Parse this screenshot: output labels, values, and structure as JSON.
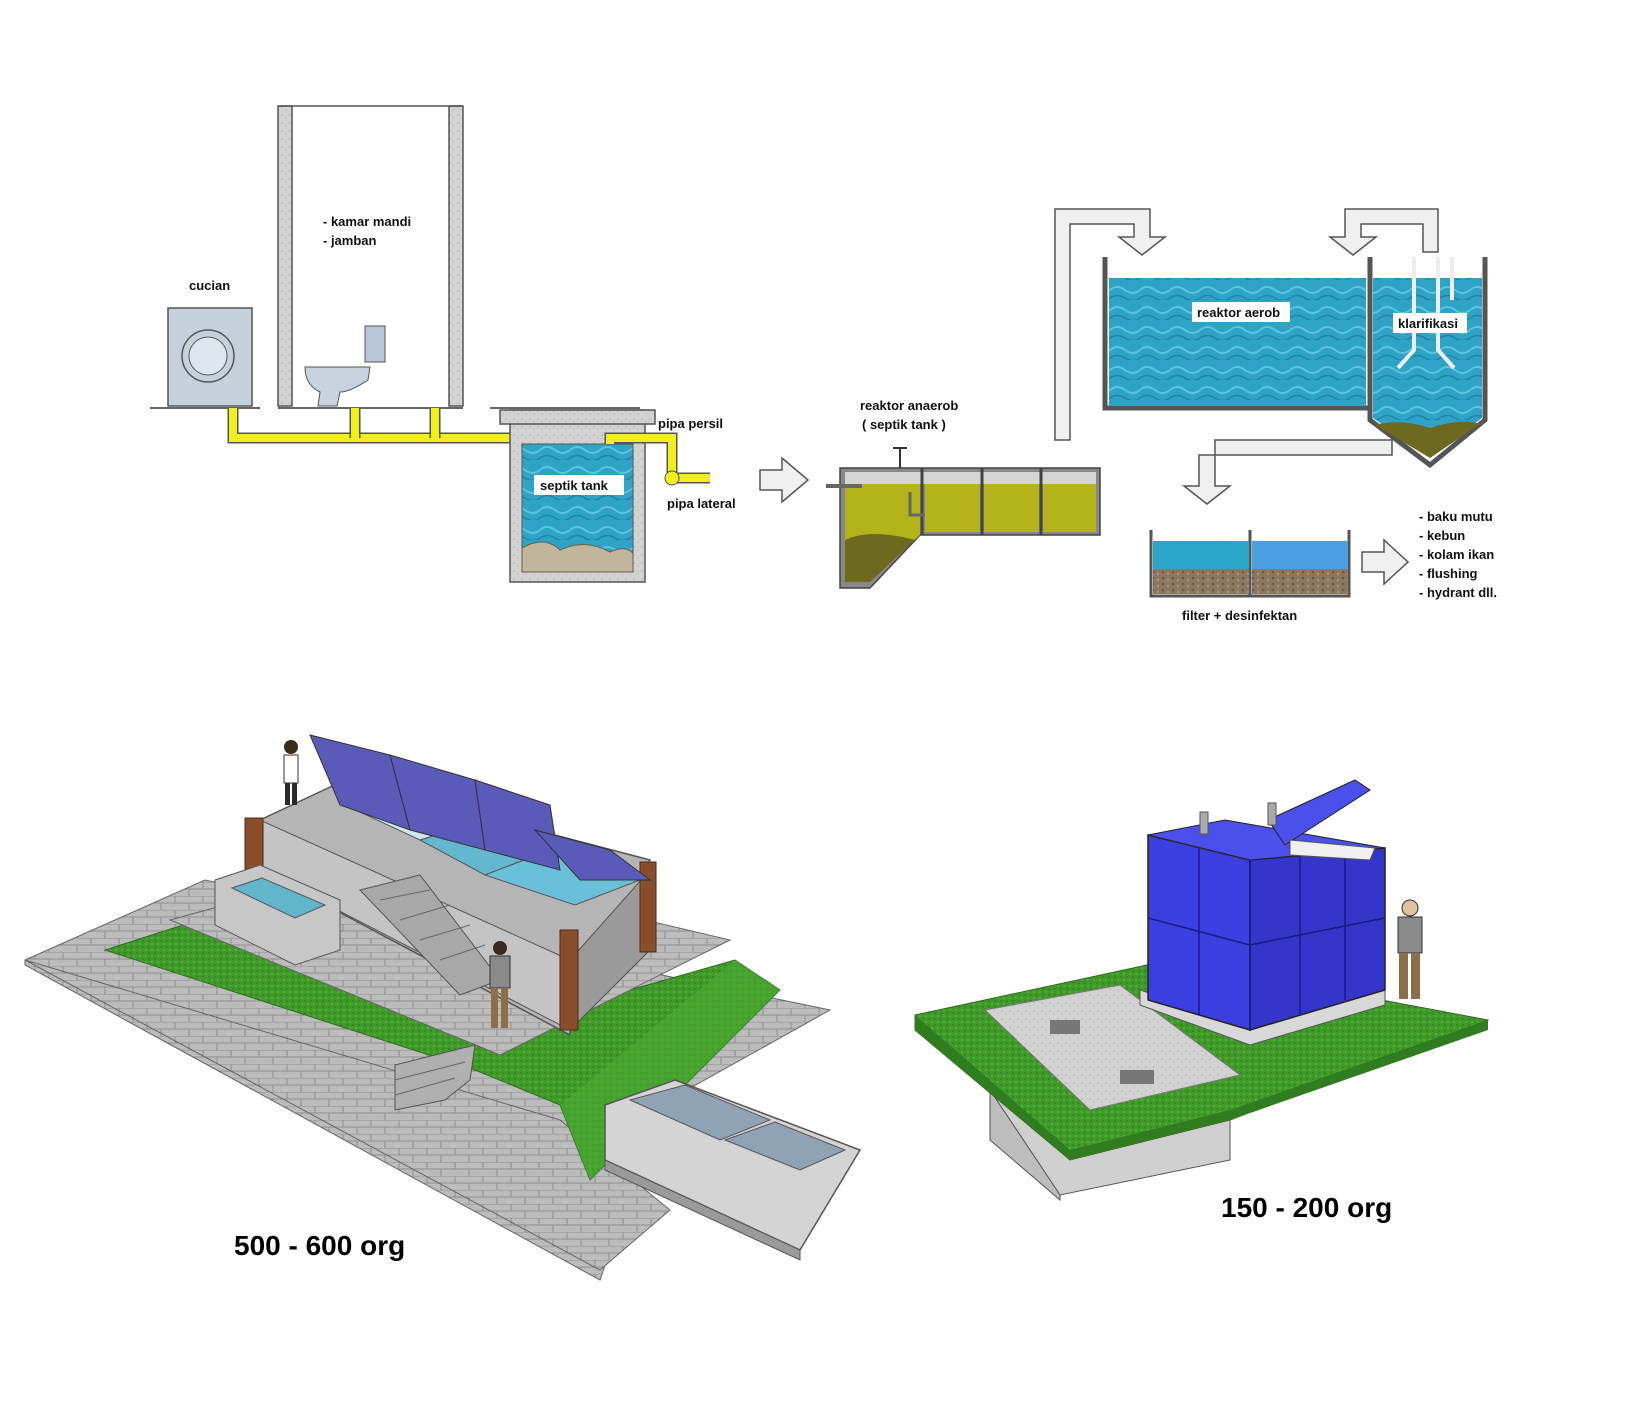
{
  "labels": {
    "kamar_mandi": "- kamar mandi",
    "jamban": "- jamban",
    "cucian": "cucian",
    "pipa_persil": "pipa persil",
    "pipa_lateral": "pipa lateral",
    "septik_tank": "septik tank",
    "reaktor_anaerob": "reaktor anaerob",
    "septik_tank_paren": "( septik tank )",
    "reaktor_aerob": "reaktor aerob",
    "klarifikasi": "klarifikasi",
    "filter_desinfektan": "filter + desinfektan"
  },
  "reuse_list": [
    "- baku mutu",
    "- kebun",
    "- kolam ikan",
    "- flushing",
    "- hydrant dll."
  ],
  "captions": {
    "large_unit": "500 - 600 org",
    "small_unit": "150 - 200 org"
  },
  "colors": {
    "pipe": "#f2ef1f",
    "water": "#2ba8c9",
    "anaerob_liquid": "#b5b31a",
    "sludge": "#6d6a20",
    "concrete": "#c9c9c9",
    "grass": "#3f9a2a",
    "tank_blue": "#3b3fe0",
    "solar_panel": "#5a5ab8",
    "paving": "#b8b8b8"
  }
}
